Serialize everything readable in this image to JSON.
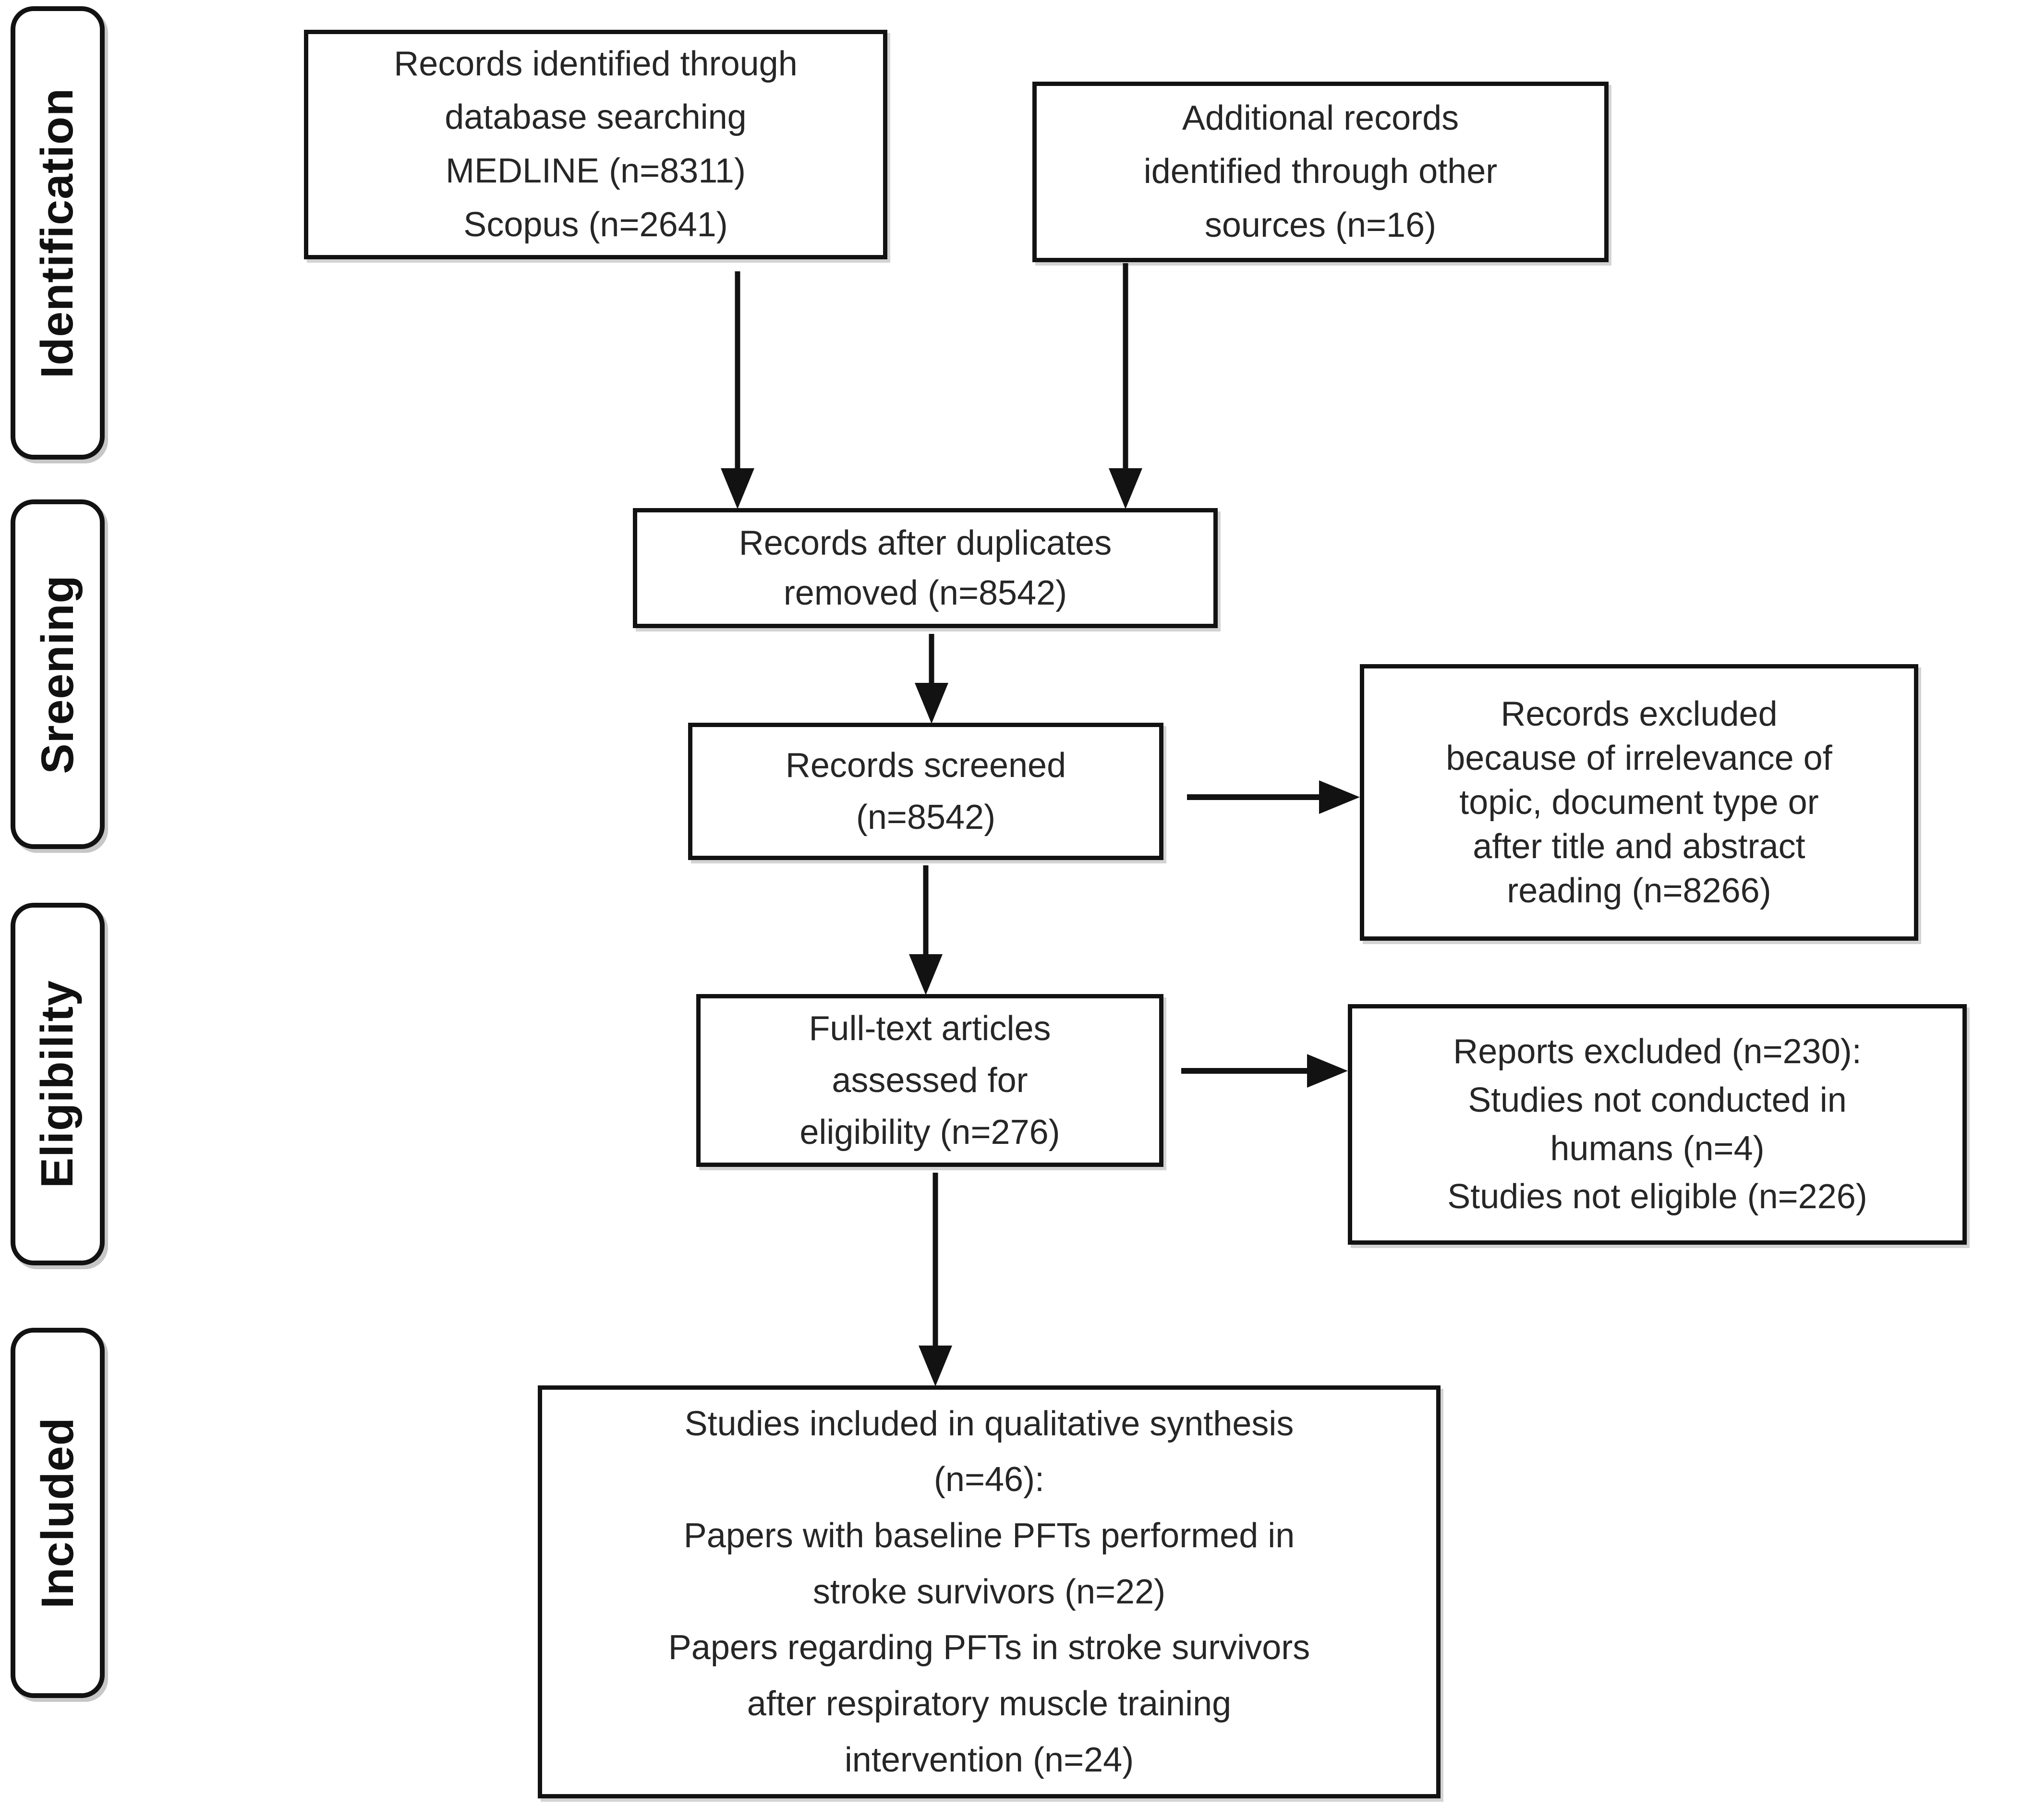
{
  "palette": {
    "line": "#121212",
    "text": "#262626",
    "background": "#ffffff"
  },
  "stages": [
    {
      "label": "Identification"
    },
    {
      "label": "Sreening"
    },
    {
      "label": "Eligibility"
    },
    {
      "label": "Included"
    }
  ],
  "boxes": {
    "identified": {
      "text": "Records identified through\ndatabase searching\nMEDLINE (n=8311)\nScopus (n=2641)"
    },
    "additional": {
      "text": "Additional records\nidentified through other\nsources (n=16)"
    },
    "deduplicated": {
      "text": "Records after duplicates\nremoved (n=8542)"
    },
    "screened": {
      "text": "Records screened\n(n=8542)"
    },
    "records_excluded": {
      "text": "Records excluded\nbecause of irrelevance of\ntopic, document type or\nafter title and abstract\nreading (n=8266)"
    },
    "fulltext": {
      "text": "Full-text articles\nassessed for\neligibility (n=276)"
    },
    "reports_excluded": {
      "text": "Reports excluded (n=230):\nStudies not conducted in\nhumans (n=4)\nStudies not eligible (n=226)"
    },
    "included_synthesis": {
      "text": "Studies included in qualitative synthesis\n(n=46):\nPapers with baseline PFTs performed in\nstroke survivors (n=22)\nPapers regarding PFTs in stroke survivors\nafter respiratory muscle training\nintervention (n=24)"
    }
  }
}
